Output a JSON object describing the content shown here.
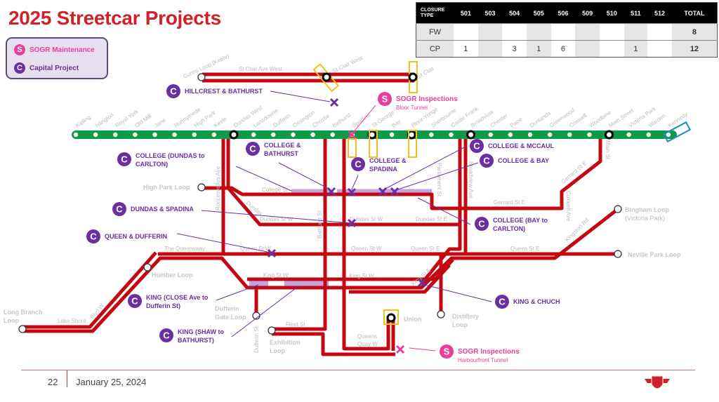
{
  "title": "2025 Streetcar Projects",
  "legend": {
    "items": [
      {
        "badge": "S",
        "label": "SOGR Maintenance",
        "color": "#e8409a"
      },
      {
        "badge": "C",
        "label": "Capital Project",
        "color": "#6a2fa0"
      }
    ]
  },
  "table": {
    "headers": [
      "CLOSURE TYPE",
      "501",
      "503",
      "504",
      "505",
      "506",
      "509",
      "510",
      "511",
      "512",
      "TOTAL"
    ],
    "rows": [
      {
        "type": "FW",
        "cells": [
          "",
          "",
          "",
          "",
          "",
          "",
          "",
          "",
          ""
        ],
        "total": "8"
      },
      {
        "type": "CP",
        "cells": [
          "1",
          "",
          "3",
          "1",
          "6",
          "",
          "",
          "1",
          ""
        ],
        "total": "12"
      }
    ]
  },
  "subway": {
    "stations": [
      "Kipling",
      "Islington",
      "Royal York",
      "Old Mill",
      "Jane",
      "Runnymede",
      "High Park",
      "Keele",
      "Dundas West",
      "Lansdowne",
      "Dufferin",
      "Ossington",
      "Christie",
      "Bathurst",
      "Spadina",
      "St George",
      "Bay",
      "Bloor-Yonge",
      "Sherbourne",
      "Castle Frank",
      "Broadview",
      "Chester",
      "Pape",
      "Donlands",
      "Greenwood",
      "Coxwell",
      "Woodbine",
      "Main Street",
      "Victoria Park",
      "Warden",
      "Kennedy"
    ],
    "interchanges": [
      "Dundas West",
      "St George",
      "Bloor-Yonge",
      "Broadview",
      "Main Street"
    ],
    "line_color": "#109a47"
  },
  "streets": {
    "st_clair_ave_west": "St Clair Ave West",
    "gunns_loop": "Gunns Loop (Keele)",
    "st_clair_west": "St Clair West",
    "st_clair": "St Clair",
    "college_st": "College St",
    "dundas_st_w_1": "Dundas St W",
    "dundas_st_w_2": "Dundas St W",
    "dundas_diag": "Dundas",
    "dundas_st_e": "Dundas St E",
    "roncesvalles": "Roncesvalles Ave",
    "bathurst_st": "Bathurst St",
    "parliament_st": "Parliament St",
    "broadview_ave": "Broadview Ave",
    "gerrard_st_e_1": "Gerrard St E",
    "gerrard_st_e_2": "Gerrard St E",
    "coxwell_ave": "Coxwell Ave",
    "main_st": "Main St",
    "kingston_rd": "Kingston Rd",
    "the_queensway": "The Queensway",
    "queen_st_w_1": "Queen St W",
    "queen_st_w_2": "Queen St W",
    "queen_st_e_1": "Queen St E",
    "queen_st_e_2": "Queen St E",
    "king_st_w_1": "King St W",
    "king_st_w_2": "King St W",
    "king_st_e": "King St E",
    "lake_shore": "Lake Shore",
    "blvd_w": "Blvd W",
    "fleet_st": "Fleet St",
    "dufferin_st": "Dufferin St",
    "queens_quay_1": "Queens",
    "queens_quay_2": "Quay W"
  },
  "loops": {
    "high_park": "High Park Loop",
    "humber": "Humber Loop",
    "long_branch_1": "Long Branch",
    "long_branch_2": "Loop",
    "dufferin_gate_1": "Dufferin",
    "dufferin_gate_2": "Gate Loop",
    "exhibition_1": "Exhibition",
    "exhibition_2": "Loop",
    "union": "Union",
    "distillery_1": "Distillery",
    "distillery_2": "Loop",
    "bingham_1": "Bingham Loop",
    "bingham_2": "(Victoria Park)",
    "neville_park": "Neville Park Loop"
  },
  "callouts": {
    "hillcrest": {
      "badge": "C",
      "l1": "HILLCREST & BATHURST"
    },
    "bloor_tunnel": {
      "badge": "S",
      "l1": "SOGR Inspections",
      "l2": "Bloor Tunnel"
    },
    "college_dundas_carlton": {
      "badge": "C",
      "l1": "COLLEGE (DUNDAS to",
      "l2": "CARLTON)"
    },
    "college_bathurst": {
      "badge": "C",
      "l1": "COLLEGE &",
      "l2": "BATHURST"
    },
    "college_spadina": {
      "badge": "C",
      "l1": "COLLEGE &",
      "l2": "SPADINA"
    },
    "college_mccaul": {
      "badge": "C",
      "l1": "COLLEGE & MCCAUL"
    },
    "college_bay": {
      "badge": "C",
      "l1": "COLLEGE & BAY"
    },
    "dundas_spadina": {
      "badge": "C",
      "l1": "DUNDAS & SPADINA"
    },
    "college_bay_carlton": {
      "badge": "C",
      "l1": "COLLEGE (BAY to",
      "l2": "CARLTON)"
    },
    "queen_dufferin": {
      "badge": "C",
      "l1": "QUEEN & DUFFERIN"
    },
    "king_close_dufferin": {
      "badge": "C",
      "l1": "KING (CLOSE Ave to",
      "l2": "Dufferin St)"
    },
    "king_shaw_bathurst": {
      "badge": "C",
      "l1": "KING (SHAW to",
      "l2": "BATHURST)"
    },
    "king_church": {
      "badge": "C",
      "l1": "KING & CHUCH"
    },
    "harbourfront_tunnel": {
      "badge": "S",
      "l1": "SOGR Inspections",
      "l2": "Harbourfront Tunnel"
    }
  },
  "footer": {
    "page": "22",
    "date": "January 25, 2024"
  },
  "colors": {
    "route": "#c40812",
    "capital": "#6a2fa0",
    "sogr": "#e8409a",
    "title": "#d0202a"
  }
}
